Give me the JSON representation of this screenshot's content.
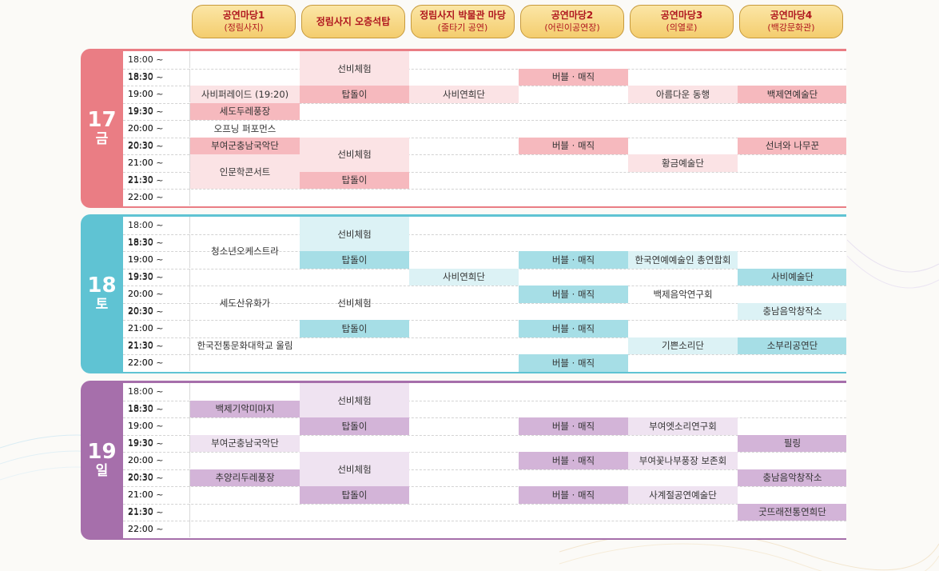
{
  "venues": [
    {
      "name": "공연마당1",
      "sub": "(정림사지)"
    },
    {
      "name": "정림사지 오층석탑",
      "sub": ""
    },
    {
      "name": "정림사지 박물관 마당",
      "sub": "(줄타기 공연)"
    },
    {
      "name": "공연마당2",
      "sub": "(어린이공연장)"
    },
    {
      "name": "공연마당3",
      "sub": "(의열로)"
    },
    {
      "name": "공연마당4",
      "sub": "(백강문화관)"
    }
  ],
  "time_slots": [
    "18:00 ~ 18:30",
    "18:30 ~ 19:00",
    "19:00 ~ 19:30",
    "19:30 ~ 20:00",
    "20:00 ~ 20:30",
    "20:30 ~ 21:00",
    "21:00 ~ 21:30",
    "21:30 ~ 22:00",
    "22:00 ~ 22:30"
  ],
  "days": [
    {
      "num": "17",
      "dow": "금",
      "color": "#ea7d84",
      "events": [
        {
          "label": "선비체험",
          "col": 1,
          "row": 0,
          "span": 2,
          "shade": "c2"
        },
        {
          "label": "버블 · 매직",
          "col": 3,
          "row": 1,
          "span": 1,
          "shade": "c1"
        },
        {
          "label": "사비퍼레이드 (19:20)",
          "col": 0,
          "row": 2,
          "span": 1,
          "shade": "c2"
        },
        {
          "label": "탑돌이",
          "col": 1,
          "row": 2,
          "span": 1,
          "shade": "c1"
        },
        {
          "label": "사비연희단",
          "col": 2,
          "row": 2,
          "span": 1,
          "shade": "c2"
        },
        {
          "label": "아름다운 동행",
          "col": 4,
          "row": 2,
          "span": 1,
          "shade": "c2"
        },
        {
          "label": "백제연예술단",
          "col": 5,
          "row": 2,
          "span": 1,
          "shade": "c1"
        },
        {
          "label": "세도두레풍장",
          "col": 0,
          "row": 3,
          "span": 1,
          "shade": "c1"
        },
        {
          "label": "오프닝 퍼포먼스",
          "col": 0,
          "row": 4,
          "span": 1,
          "shade": "none"
        },
        {
          "label": "부여군충남국악단",
          "col": 0,
          "row": 5,
          "span": 1,
          "shade": "c1"
        },
        {
          "label": "선비체험",
          "col": 1,
          "row": 5,
          "span": 2,
          "shade": "c2"
        },
        {
          "label": "버블 · 매직",
          "col": 3,
          "row": 5,
          "span": 1,
          "shade": "c1"
        },
        {
          "label": "선녀와 나무꾼",
          "col": 5,
          "row": 5,
          "span": 1,
          "shade": "c1"
        },
        {
          "label": "황금예술단",
          "col": 4,
          "row": 6,
          "span": 1,
          "shade": "c2"
        },
        {
          "label": "인문학콘서트",
          "col": 0,
          "row": 6,
          "span": 2,
          "shade": "c2"
        },
        {
          "label": "탑돌이",
          "col": 1,
          "row": 7,
          "span": 1,
          "shade": "c1"
        }
      ]
    },
    {
      "num": "18",
      "dow": "토",
      "color": "#5fc3d3",
      "events": [
        {
          "label": "선비체험",
          "col": 1,
          "row": 0,
          "span": 2,
          "shade": "c2"
        },
        {
          "label": "청소년오케스트라",
          "col": 0,
          "row": 1,
          "span": 2,
          "shade": "none"
        },
        {
          "label": "탑돌이",
          "col": 1,
          "row": 2,
          "span": 1,
          "shade": "c1"
        },
        {
          "label": "버블 · 매직",
          "col": 3,
          "row": 2,
          "span": 1,
          "shade": "c1"
        },
        {
          "label": "한국연예예술인 총연합회",
          "col": 4,
          "row": 2,
          "span": 1,
          "shade": "c2"
        },
        {
          "label": "사비연희단",
          "col": 2,
          "row": 3,
          "span": 1,
          "shade": "c2"
        },
        {
          "label": "사비예술단",
          "col": 5,
          "row": 3,
          "span": 1,
          "shade": "c1"
        },
        {
          "label": "세도산유화가",
          "col": 0,
          "row": 4,
          "span": 2,
          "shade": "none"
        },
        {
          "label": "선비체험",
          "col": 1,
          "row": 4,
          "span": 2,
          "shade": "none"
        },
        {
          "label": "버블 · 매직",
          "col": 3,
          "row": 4,
          "span": 1,
          "shade": "c1"
        },
        {
          "label": "백제음악연구회",
          "col": 4,
          "row": 4,
          "span": 1,
          "shade": "none"
        },
        {
          "label": "충남음악창작소",
          "col": 5,
          "row": 5,
          "span": 1,
          "shade": "c2"
        },
        {
          "label": "탑돌이",
          "col": 1,
          "row": 6,
          "span": 1,
          "shade": "c1"
        },
        {
          "label": "버블 · 매직",
          "col": 3,
          "row": 6,
          "span": 1,
          "shade": "c1"
        },
        {
          "label": "한국전통문화대학교 울림",
          "col": 0,
          "row": 7,
          "span": 1,
          "shade": "none"
        },
        {
          "label": "기쁜소리단",
          "col": 4,
          "row": 7,
          "span": 1,
          "shade": "c2"
        },
        {
          "label": "소부리공연단",
          "col": 5,
          "row": 7,
          "span": 1,
          "shade": "c1"
        },
        {
          "label": "버블 · 매직",
          "col": 3,
          "row": 8,
          "span": 1,
          "shade": "c1"
        }
      ]
    },
    {
      "num": "19",
      "dow": "일",
      "color": "#a66fab",
      "events": [
        {
          "label": "선비체험",
          "col": 1,
          "row": 0,
          "span": 2,
          "shade": "c2"
        },
        {
          "label": "백제기악미마지",
          "col": 0,
          "row": 1,
          "span": 1,
          "shade": "c1"
        },
        {
          "label": "탑돌이",
          "col": 1,
          "row": 2,
          "span": 1,
          "shade": "c1"
        },
        {
          "label": "버블 · 매직",
          "col": 3,
          "row": 2,
          "span": 1,
          "shade": "c1"
        },
        {
          "label": "부여엣소리연구회",
          "col": 4,
          "row": 2,
          "span": 1,
          "shade": "c2"
        },
        {
          "label": "부여군충남국악단",
          "col": 0,
          "row": 3,
          "span": 1,
          "shade": "c2"
        },
        {
          "label": "필링",
          "col": 5,
          "row": 3,
          "span": 1,
          "shade": "c1"
        },
        {
          "label": "선비체험",
          "col": 1,
          "row": 4,
          "span": 2,
          "shade": "c2"
        },
        {
          "label": "버블 · 매직",
          "col": 3,
          "row": 4,
          "span": 1,
          "shade": "c1"
        },
        {
          "label": "부여꽃나부풍장 보존회",
          "col": 4,
          "row": 4,
          "span": 1,
          "shade": "c2"
        },
        {
          "label": "추양리두레풍장",
          "col": 0,
          "row": 5,
          "span": 1,
          "shade": "c1"
        },
        {
          "label": "충남음악창작소",
          "col": 5,
          "row": 5,
          "span": 1,
          "shade": "c1"
        },
        {
          "label": "탑돌이",
          "col": 1,
          "row": 6,
          "span": 1,
          "shade": "c1"
        },
        {
          "label": "버블 · 매직",
          "col": 3,
          "row": 6,
          "span": 1,
          "shade": "c1"
        },
        {
          "label": "사계절공연예술단",
          "col": 4,
          "row": 6,
          "span": 1,
          "shade": "c2"
        },
        {
          "label": "굿뜨래전통연희단",
          "col": 5,
          "row": 7,
          "span": 1,
          "shade": "c1"
        }
      ]
    }
  ]
}
